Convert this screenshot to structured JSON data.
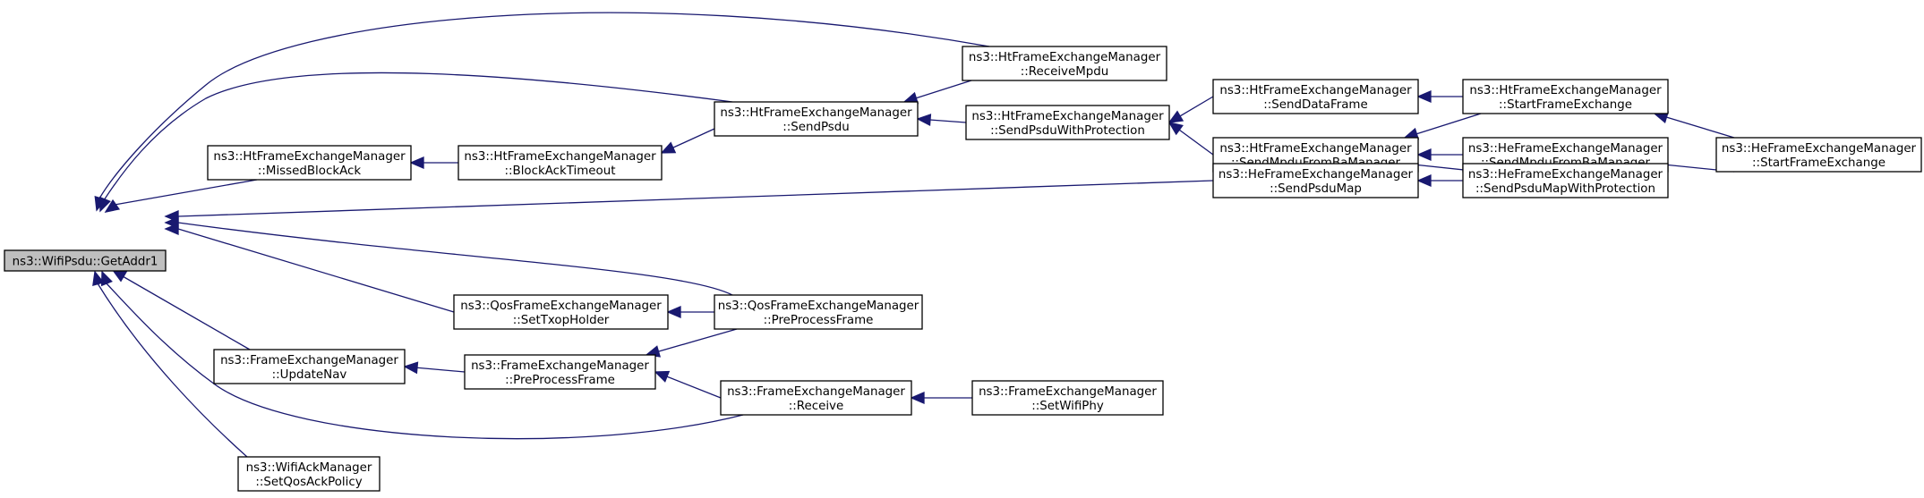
{
  "diagram": {
    "nodes": [
      {
        "id": "root",
        "lines": [
          "ns3::WifiPsdu::GetAddr1"
        ],
        "root": true
      },
      {
        "id": "htReceiveMpdu",
        "lines": [
          "ns3::HtFrameExchangeManager",
          "::ReceiveMpdu"
        ]
      },
      {
        "id": "htSendPsdu",
        "lines": [
          "ns3::HtFrameExchangeManager",
          "::SendPsdu"
        ]
      },
      {
        "id": "htMissedBlockAck",
        "lines": [
          "ns3::HtFrameExchangeManager",
          "::MissedBlockAck"
        ]
      },
      {
        "id": "htBlockAckTimeout",
        "lines": [
          "ns3::HtFrameExchangeManager",
          "::BlockAckTimeout"
        ]
      },
      {
        "id": "htSendPsduWithProtection",
        "lines": [
          "ns3::HtFrameExchangeManager",
          "::SendPsduWithProtection"
        ]
      },
      {
        "id": "htSendDataFrame",
        "lines": [
          "ns3::HtFrameExchangeManager",
          "::SendDataFrame"
        ]
      },
      {
        "id": "htSendMpduFromBaManager",
        "lines": [
          "ns3::HtFrameExchangeManager",
          "::SendMpduFromBaManager"
        ]
      },
      {
        "id": "htStartFrameExchange",
        "lines": [
          "ns3::HtFrameExchangeManager",
          "::StartFrameExchange"
        ]
      },
      {
        "id": "heSendMpduFromBaManager",
        "lines": [
          "ns3::HeFrameExchangeManager",
          "::SendMpduFromBaManager"
        ]
      },
      {
        "id": "heStartFrameExchange",
        "lines": [
          "ns3::HeFrameExchangeManager",
          "::StartFrameExchange"
        ]
      },
      {
        "id": "heSendPsduMap",
        "lines": [
          "ns3::HeFrameExchangeManager",
          "::SendPsduMap"
        ]
      },
      {
        "id": "heSendPsduMapWithProtection",
        "lines": [
          "ns3::HeFrameExchangeManager",
          "::SendPsduMapWithProtection"
        ]
      },
      {
        "id": "qosSetTxopHolder",
        "lines": [
          "ns3::QosFrameExchangeManager",
          "::SetTxopHolder"
        ]
      },
      {
        "id": "qosPreProcessFrame",
        "lines": [
          "ns3::QosFrameExchangeManager",
          "::PreProcessFrame"
        ]
      },
      {
        "id": "feUpdateNav",
        "lines": [
          "ns3::FrameExchangeManager",
          "::UpdateNav"
        ]
      },
      {
        "id": "fePreProcessFrame",
        "lines": [
          "ns3::FrameExchangeManager",
          "::PreProcessFrame"
        ]
      },
      {
        "id": "feReceive",
        "lines": [
          "ns3::FrameExchangeManager",
          "::Receive"
        ]
      },
      {
        "id": "feSetWifiPhy",
        "lines": [
          "ns3::FrameExchangeManager",
          "::SetWifiPhy"
        ]
      },
      {
        "id": "ackSetQosAckPolicy",
        "lines": [
          "ns3::WifiAckManager",
          "::SetQosAckPolicy"
        ]
      }
    ],
    "edges": [
      {
        "from": "htReceiveMpdu",
        "to": "root"
      },
      {
        "from": "htSendPsdu",
        "to": "root"
      },
      {
        "from": "htMissedBlockAck",
        "to": "root"
      },
      {
        "from": "heSendPsduMap",
        "to": "root"
      },
      {
        "from": "qosPreProcessFrame",
        "to": "root"
      },
      {
        "from": "qosSetTxopHolder",
        "to": "root"
      },
      {
        "from": "feUpdateNav",
        "to": "root"
      },
      {
        "from": "feReceive",
        "to": "root"
      },
      {
        "from": "ackSetQosAckPolicy",
        "to": "root"
      },
      {
        "from": "htReceiveMpdu",
        "to": "htSendPsdu"
      },
      {
        "from": "htSendPsduWithProtection",
        "to": "htSendPsdu"
      },
      {
        "from": "htBlockAckTimeout",
        "to": "htMissedBlockAck"
      },
      {
        "from": "htSendPsdu",
        "to": "htBlockAckTimeout"
      },
      {
        "from": "htSendDataFrame",
        "to": "htSendPsduWithProtection"
      },
      {
        "from": "htSendMpduFromBaManager",
        "to": "htSendPsduWithProtection"
      },
      {
        "from": "htStartFrameExchange",
        "to": "htSendDataFrame"
      },
      {
        "from": "htStartFrameExchange",
        "to": "htSendMpduFromBaManager"
      },
      {
        "from": "heSendMpduFromBaManager",
        "to": "htSendMpduFromBaManager"
      },
      {
        "from": "heStartFrameExchange",
        "to": "htStartFrameExchange"
      },
      {
        "from": "heSendPsduMapWithProtection",
        "to": "heSendPsduMap"
      },
      {
        "from": "heSendMpduFromBaManager",
        "to": "heSendPsduMap"
      },
      {
        "from": "heStartFrameExchange",
        "to": "heSendPsduMapWithProtection"
      },
      {
        "from": "qosPreProcessFrame",
        "to": "qosSetTxopHolder"
      },
      {
        "from": "fePreProcessFrame",
        "to": "feUpdateNav"
      },
      {
        "from": "qosPreProcessFrame",
        "to": "fePreProcessFrame"
      },
      {
        "from": "feReceive",
        "to": "fePreProcessFrame"
      },
      {
        "from": "feSetWifiPhy",
        "to": "feReceive"
      }
    ]
  },
  "colors": {
    "edge": "#191970",
    "node_border": "#000000",
    "node_fill": "#ffffff",
    "root_fill": "#bfbfbf"
  }
}
